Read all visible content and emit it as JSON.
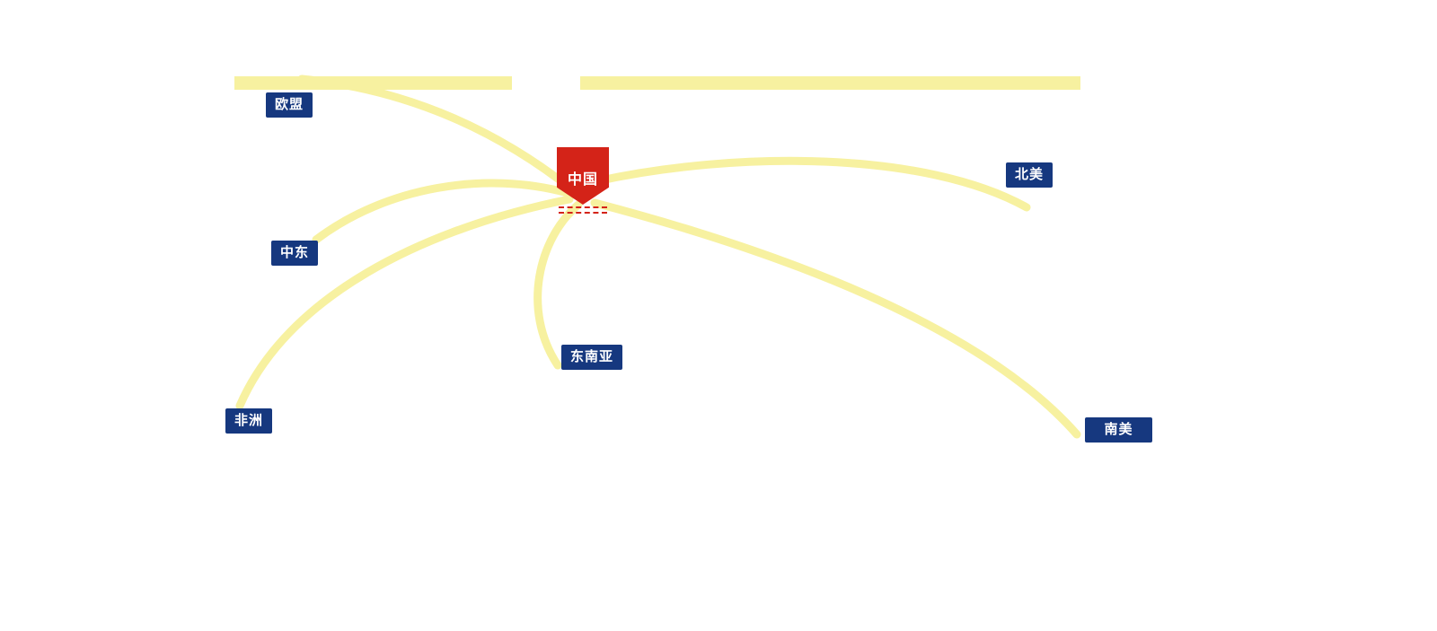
{
  "center": {
    "label": "中国"
  },
  "regions": [
    {
      "id": "eu",
      "label": "欧盟"
    },
    {
      "id": "north-america",
      "label": "北美"
    },
    {
      "id": "middle-east",
      "label": "中东"
    },
    {
      "id": "southeast-asia",
      "label": "东南亚"
    },
    {
      "id": "africa",
      "label": "非洲"
    },
    {
      "id": "south-america",
      "label": "南美"
    }
  ],
  "colors": {
    "route": "#f7f1a0",
    "badge": "#16387f",
    "pin": "#d42318",
    "background": "#ffffff"
  }
}
